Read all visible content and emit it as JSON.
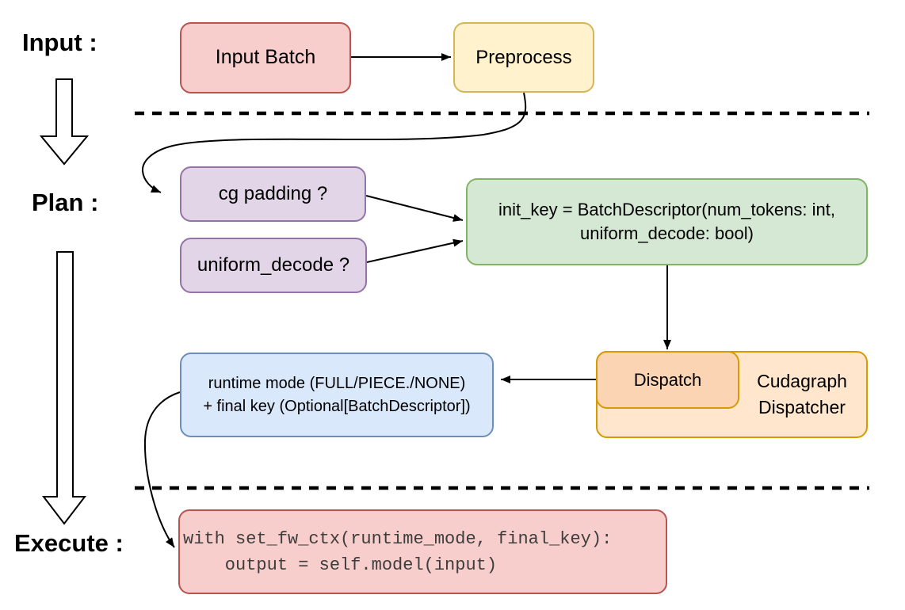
{
  "colors": {
    "red_fill": "#f8cecc",
    "red_stroke": "#b85450",
    "yellow_fill": "#fff2cc",
    "yellow_stroke": "#d6b656",
    "purple_fill": "#e1d5e7",
    "purple_stroke": "#9673a6",
    "green_fill": "#d5e8d4",
    "green_stroke": "#82b366",
    "blue_fill": "#dae8fc",
    "blue_stroke": "#6c8ebf",
    "orange_fill": "#ffe6cc",
    "orange_stroke": "#d79b00",
    "dispatch_fill": "#fbd4b4",
    "connector": "#000000",
    "code_text": "#3d3d3d"
  },
  "stages": {
    "input_label": "Input :",
    "plan_label": "Plan :",
    "execute_label": "Execute :"
  },
  "nodes": {
    "input_batch": {
      "label": "Input Batch"
    },
    "preprocess": {
      "label": "Preprocess"
    },
    "cg_padding": {
      "label": "cg padding ?"
    },
    "uniform_decode": {
      "label": "uniform_decode ?"
    },
    "init_key": {
      "line1": "init_key = BatchDescriptor(num_tokens: int,",
      "line2": "uniform_decode: bool)"
    },
    "dispatch": {
      "label": "Dispatch"
    },
    "cudagraph_dispatcher": {
      "line1": "Cudagraph",
      "line2": "Dispatcher"
    },
    "runtime_mode": {
      "line1": "runtime mode (FULL/PIECE./NONE)",
      "line2": "+ final key (Optional[BatchDescriptor])"
    },
    "execute_code": {
      "line1": "with set_fw_ctx(runtime_mode, final_key):",
      "line2": "    output = self.model(input)"
    }
  }
}
